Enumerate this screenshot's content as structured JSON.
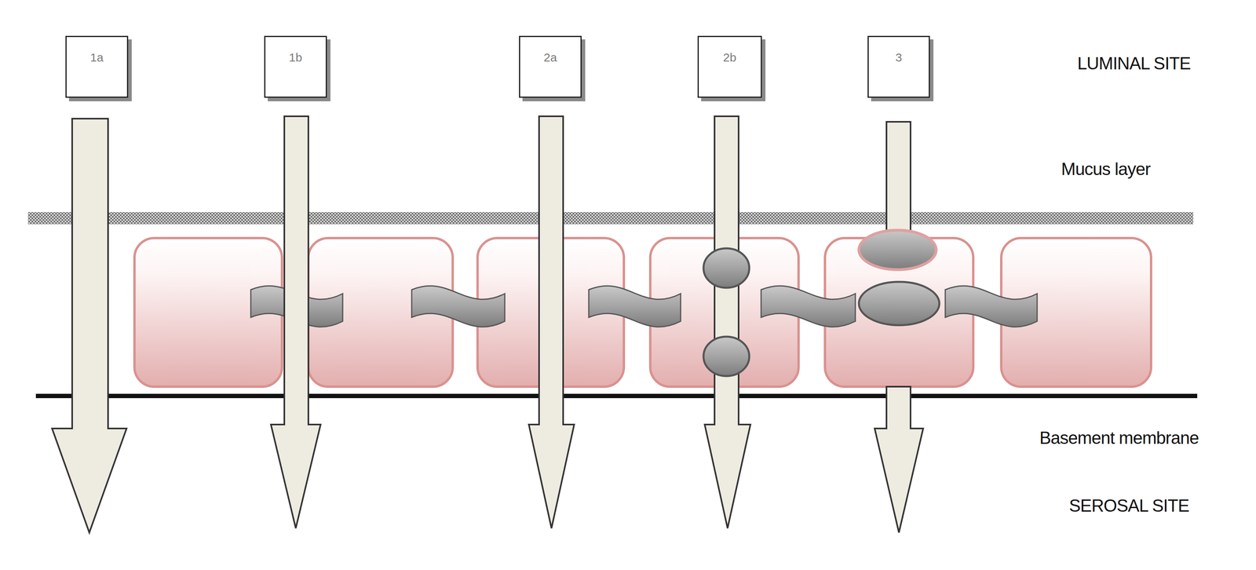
{
  "diagram": {
    "nodes": [
      {
        "text": [
          "1a"
        ]
      },
      {
        "text": [
          "1b"
        ]
      },
      {
        "text": [
          "2a"
        ]
      },
      {
        "text": [
          "2b"
        ]
      },
      {
        "text": [
          "3"
        ]
      }
    ],
    "labels": [
      "LUMINAL SITE",
      "Mucus layer",
      "Basement membrane",
      "SEROSAL SITE"
    ]
  }
}
